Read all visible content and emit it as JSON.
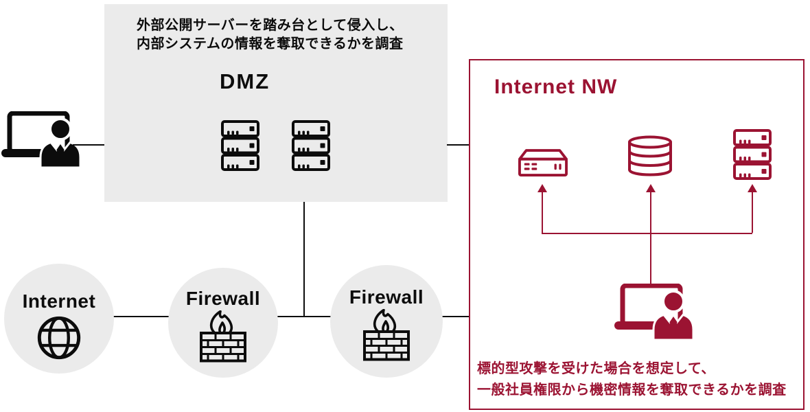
{
  "colors": {
    "accent": "#9B1332",
    "gray": "#EBEBEB",
    "ink": "#0C0C0C",
    "bg": "#FFFFFF"
  },
  "attacker": {
    "icon": "laptop-person-icon"
  },
  "dmz": {
    "title": "DMZ",
    "caption": [
      "外部公開サーバーを踏み台として侵入し、",
      "内部システムの情報を奪取できるかを調査"
    ],
    "server_icons": [
      "server-rack-icon",
      "server-rack-icon"
    ]
  },
  "backbone": {
    "internet": {
      "label": "Internet",
      "icon": "globe-icon"
    },
    "firewall_left": {
      "label": "Firewall",
      "icon": "firewall-brick-flame-icon"
    },
    "firewall_right": {
      "label": "Firewall",
      "icon": "firewall-brick-flame-icon"
    }
  },
  "internet_nw": {
    "title": "Internet NW",
    "device_icons": [
      "network-switch-icon",
      "database-icon",
      "server-rack-icon"
    ],
    "insider": {
      "icon": "laptop-person-icon"
    },
    "caption": [
      "標的型攻撃を受けた場合を想定して、",
      "一般社員権限から機密情報を奪取できるかを調査"
    ]
  }
}
